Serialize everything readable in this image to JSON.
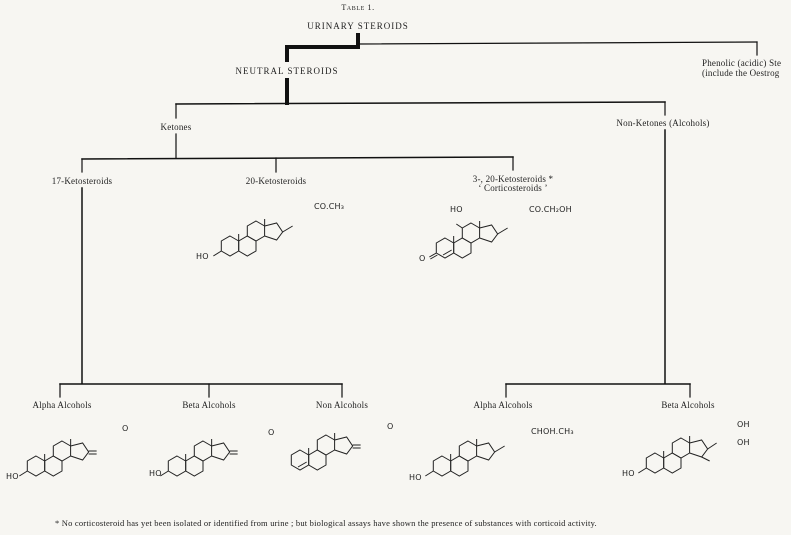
{
  "table_title": "Table 1.",
  "root": "URINARY STEROIDS",
  "neutral": "NEUTRAL STEROIDS",
  "phenolic": {
    "line1": "Phenolic (acidic) Ste",
    "line2": "(include the Oestrog"
  },
  "ketones": "Ketones",
  "non_ketones": "Non-Ketones (Alcohols)",
  "keto17": "17-Ketosteroids",
  "keto20": "20-Ketosteroids",
  "keto320": {
    "line1": "3-, 20-Ketosteroids *",
    "line2": "‘ Corticosteroids ’"
  },
  "alcohols": {
    "alpha_left": "Alpha Alcohols",
    "beta_left": "Beta Alcohols",
    "non": "Non Alcohols",
    "alpha_right": "Alpha Alcohols",
    "beta_right": "Beta Alcohols"
  },
  "struct_labels": {
    "keto20_side": "CO.CH₃",
    "keto20_ho": "HO",
    "cortico_side": "CO.CH₂OH",
    "cortico_ho": "HO",
    "cortico_o": "O",
    "alpha_o": "O",
    "alpha_ho": "HO",
    "beta_o": "O",
    "beta_ho": "HO",
    "non_o": "O",
    "ralpha_side": "CHOH.CH₃",
    "ralpha_ho": "HO",
    "rbeta_oh1": "OH",
    "rbeta_oh2": "OH",
    "rbeta_ho": "HO"
  },
  "footnote": "* No corticosteroid has yet been isolated or identified from urine ; but biological assays have shown the presence of substances with corticoid activity."
}
